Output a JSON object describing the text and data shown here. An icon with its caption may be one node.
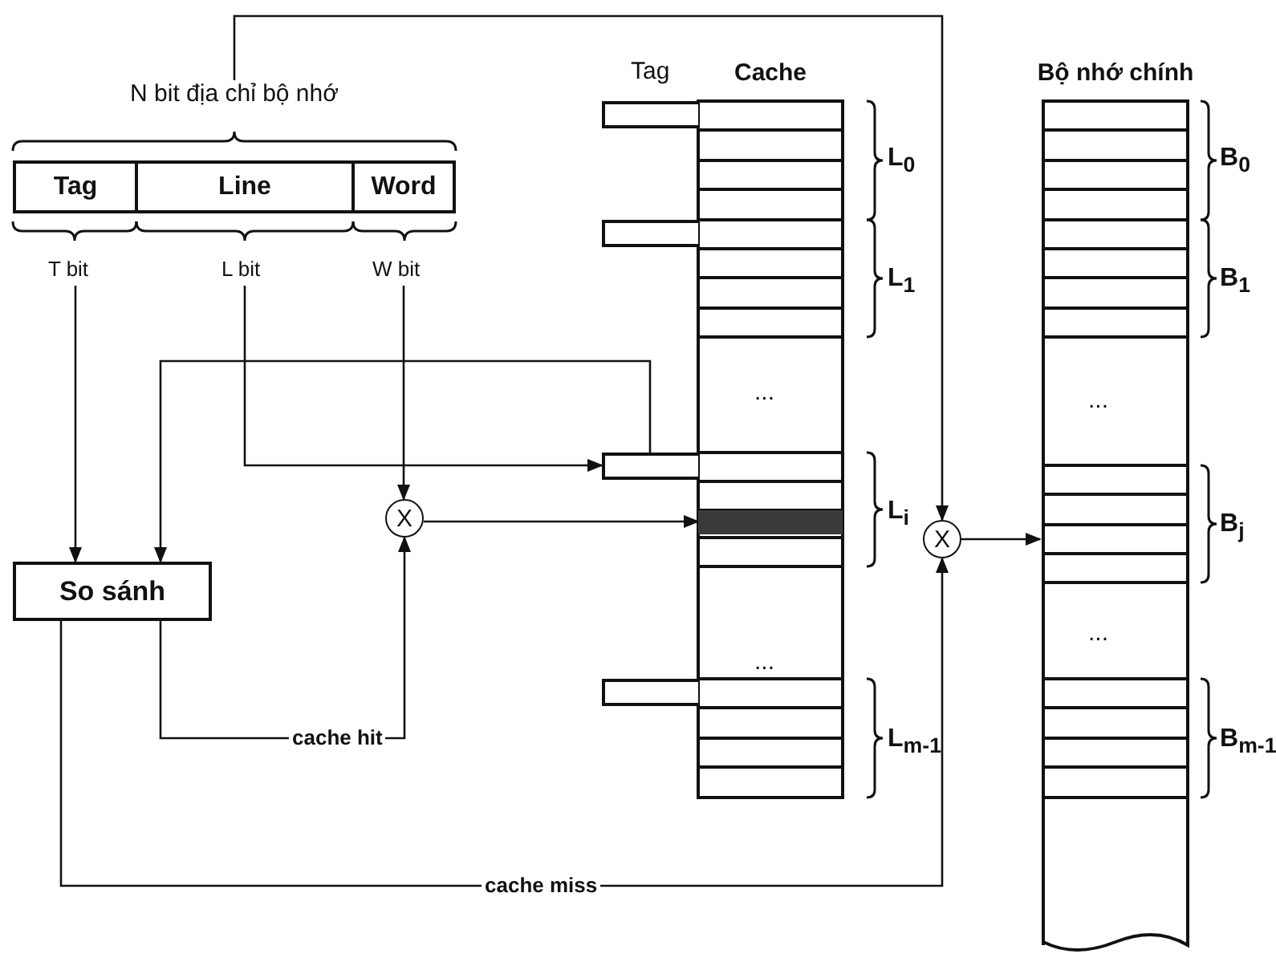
{
  "diagram": {
    "nodes": [
      {
        "text": [
          "N bit địa chỉ bộ nhớ"
        ]
      },
      {
        "text": [
          "Tag"
        ],
        "in": 0,
        "beside": [
          "T bit"
        ]
      },
      {
        "text": [
          "Line"
        ],
        "in": 0,
        "beside": [
          "L bit"
        ]
      },
      {
        "text": [
          "Word"
        ],
        "in": 0,
        "beside": [
          "W bit"
        ]
      },
      {
        "text": [
          "So sánh"
        ]
      },
      {
        "text": [
          "X"
        ]
      },
      {
        "text": [
          "X"
        ]
      },
      {
        "text": [
          "Cache"
        ]
      },
      {
        "text": [],
        "shape": "bar",
        "in": 7
      },
      {
        "text": [],
        "shape": "box"
      },
      {
        "text": [],
        "shape": "box"
      },
      {
        "text": [],
        "shape": "box"
      },
      {
        "text": [],
        "shape": "box"
      },
      {
        "text": [
          "Bộ nhớ chính"
        ]
      }
    ],
    "edges": [
      {
        "from": 1,
        "to": 4,
        "arrow": "to"
      },
      {
        "from": 2,
        "to": 11,
        "arrow": "to"
      },
      {
        "from": 3,
        "to": 5,
        "arrow": "to"
      },
      {
        "from": 11,
        "to": 4,
        "arrow": "to"
      },
      {
        "from": 4,
        "to": 5,
        "arrow": "to",
        "label": "cache hit"
      },
      {
        "from": 5,
        "to": 8,
        "arrow": "to"
      },
      {
        "from": 4,
        "to": 6,
        "arrow": "to",
        "label": "cache miss"
      },
      {
        "from": 0,
        "to": 6,
        "arrow": "to"
      },
      {
        "from": 6,
        "to": 13,
        "arrow": "to"
      }
    ],
    "labels": [
      "Tag",
      "L$_{0}$",
      "B$_{0}$",
      "L$_{1}$",
      "B$_{1}$",
      "...",
      "...",
      "L$_{i}$",
      "B$_{j}$",
      "...",
      "...",
      "L$_{m-1}$",
      "B$_{m-1}$"
    ]
  }
}
